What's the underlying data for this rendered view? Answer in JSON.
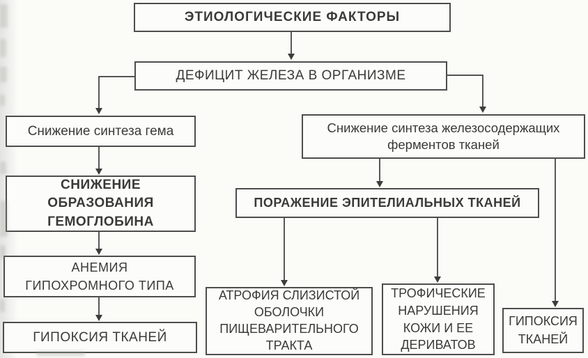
{
  "diagram": {
    "description": "Flowchart of iron deficiency pathogenesis (scanned textbook figure, Russian)",
    "colors": {
      "background": "#fbfbf8",
      "box_border": "#4d4d4b",
      "text": "#3a3a38",
      "connector": "#3c3c3a"
    },
    "nodes": {
      "etiology": {
        "label": "ЭТИОЛОГИЧЕСКИЕ ФАКТОРЫ"
      },
      "deficit": {
        "label": "ДЕФИЦИТ ЖЕЛЕЗА В ОРГАНИЗМЕ"
      },
      "heme": {
        "label": "Снижение синтеза гема"
      },
      "enzymes": {
        "label": "Снижение синтеза железосодержащих\nферментов тканей"
      },
      "hemoglobin": {
        "label": "СНИЖЕНИЕ\nОБРАЗОВАНИЯ\nГЕМОГЛОБИНА"
      },
      "anemia": {
        "label": "АНЕМИЯ\nГИПОХРОМНОГО ТИПА"
      },
      "hypoxia_left": {
        "label": "ГИПОКСИЯ ТКАНЕЙ"
      },
      "epithelial": {
        "label": "ПОРАЖЕНИЕ ЭПИТЕЛИАЛЬНЫХ ТКАНЕЙ"
      },
      "atrophy": {
        "label": "АТРОФИЯ СЛИЗИСТОЙ\nОБОЛОЧКИ\nПИЩЕВАРИТЕЛЬНОГО\nТРАКТА"
      },
      "trophic": {
        "label": "ТРОФИЧЕСКИЕ\nНАРУШЕНИЯ\nКОЖИ И ЕЕ\nДЕРИВАТОВ"
      },
      "hypoxia_right": {
        "label": "ГИПОКСИЯ\nТКАНЕЙ"
      }
    },
    "edges": [
      "etiology -> deficit",
      "deficit -> heme",
      "deficit -> enzymes",
      "heme -> hemoglobin",
      "hemoglobin -> anemia",
      "anemia -> hypoxia_left",
      "enzymes -> epithelial",
      "enzymes -> hypoxia_right",
      "epithelial -> atrophy",
      "epithelial -> trophic"
    ]
  }
}
